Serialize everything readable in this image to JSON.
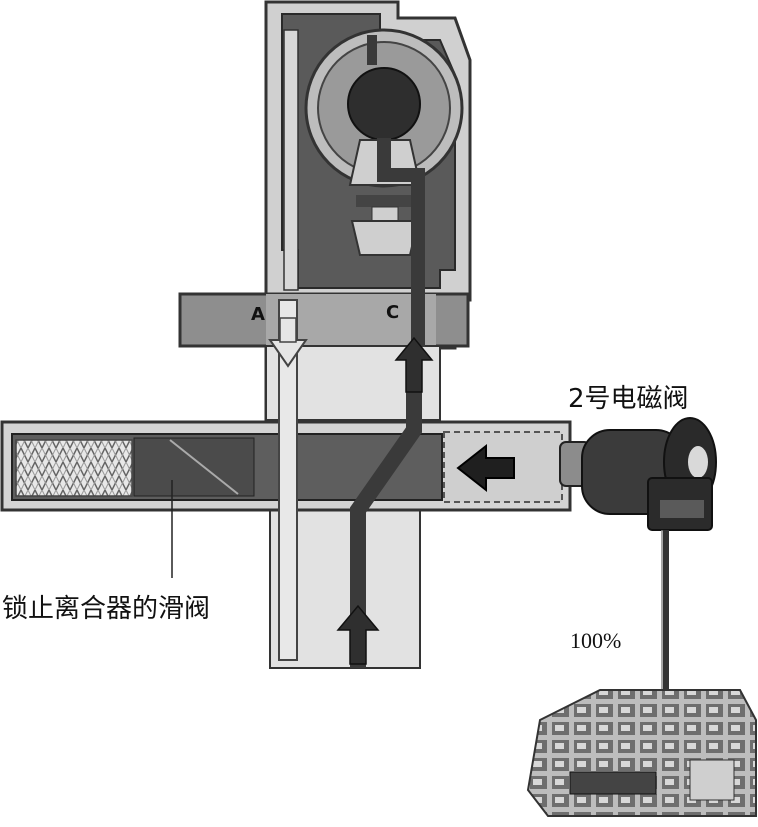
{
  "labels": {
    "port_a": "A",
    "port_c": "C",
    "solenoid": "2号电磁阀",
    "lockup_slide_valve": "锁止离合器的滑阀",
    "duty": "100%"
  },
  "colors": {
    "frame": "#3a3a3a",
    "light_fill": "#cfcfcf",
    "mid_fill": "#8a8a8a",
    "dark_fill": "#555555",
    "oil_line": "#3d3d3d",
    "background": "#ffffff"
  },
  "icons": {
    "spring": "spring-icon",
    "arrow_left": "arrow-left-icon",
    "arrow_up": "arrow-up-icon",
    "arrow_down": "arrow-down-icon",
    "solenoid": "solenoid-icon",
    "control_unit": "control-board-icon"
  }
}
